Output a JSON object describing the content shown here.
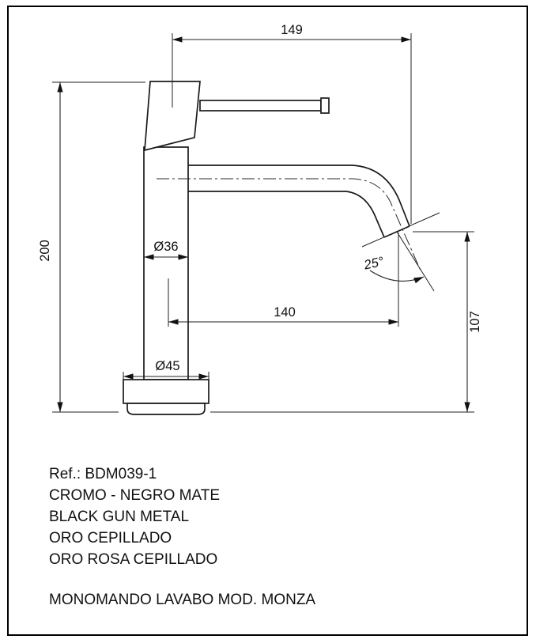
{
  "drawing": {
    "dimensions": {
      "overall_width": "149",
      "overall_height": "200",
      "body_diameter": "Ø36",
      "spout_reach": "140",
      "spout_angle": "25°",
      "outlet_height": "107",
      "base_diameter": "Ø45"
    }
  },
  "info": {
    "reference": "Ref.: BDM039-1",
    "finishes": [
      "CROMO - NEGRO MATE",
      "BLACK GUN METAL",
      "ORO CEPILLADO",
      "ORO ROSA CEPILLADO"
    ],
    "model": "MONOMANDO LAVABO MOD. MONZA"
  }
}
